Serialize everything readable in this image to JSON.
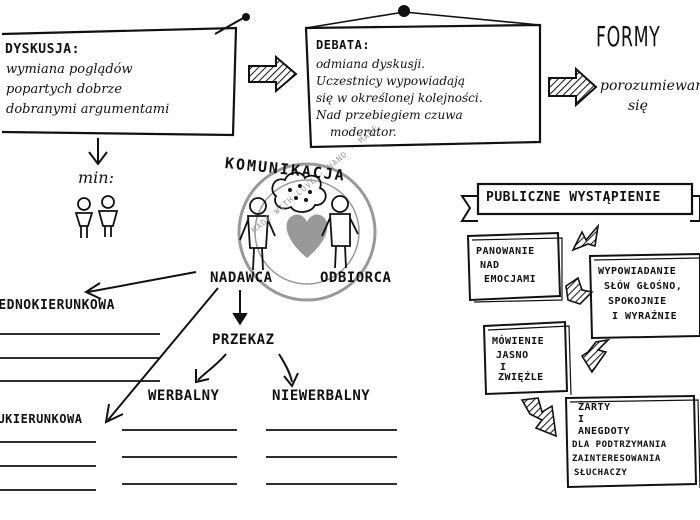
{
  "dyskusja": {
    "title": "DYSKUSJA:",
    "lines": [
      "wymiana poglądów",
      "popartych dobrze",
      "dobranymi argumentami"
    ]
  },
  "debata": {
    "title": "DEBATA:",
    "lines": [
      "odmiana dyskusji.",
      "Uczestnicy wypowiadają",
      "się w określonej kolejności.",
      "Nad przebiegiem czuwa",
      "moderator."
    ]
  },
  "formy": {
    "title": "FORMY",
    "lines": [
      "porozumiewania",
      "się"
    ]
  },
  "min_label": "min:",
  "komunikacja_title": "KOMUNIKACJA",
  "stamp_text": "MADE WITH LOVE · HAND · MADE",
  "nadawca": "NADAWCA",
  "odbiorca": "ODBIORCA",
  "jednokierunkowa": "JEDNOKIERUNKOWA",
  "dwukierunkowa": "DWUKIERUNKOWA",
  "przekaz": "PRZEKAZ",
  "werbalny": "WERBALNY",
  "niewerbalny": "NIEWERBALNY",
  "publiczne": {
    "title": "PUBLICZNE WYSTĄPIENIE",
    "box1": [
      "PANOWANIE",
      "NAD",
      "EMOCJAMI"
    ],
    "box2": [
      "WYPOWIADANIE",
      "SŁÓW GŁOŚNO,",
      "SPOKOJNIE",
      "I WYRAŹNIE"
    ],
    "box3": [
      "MÓWIENIE",
      "JASNO",
      "I",
      "ZWIĘŹLE"
    ],
    "box4": [
      "ŻARTY",
      "I",
      "ANEGDOTY",
      "DLA PODTRZYMANIA",
      "ZAINTERESOWANIA",
      "SŁUCHACZY"
    ]
  }
}
